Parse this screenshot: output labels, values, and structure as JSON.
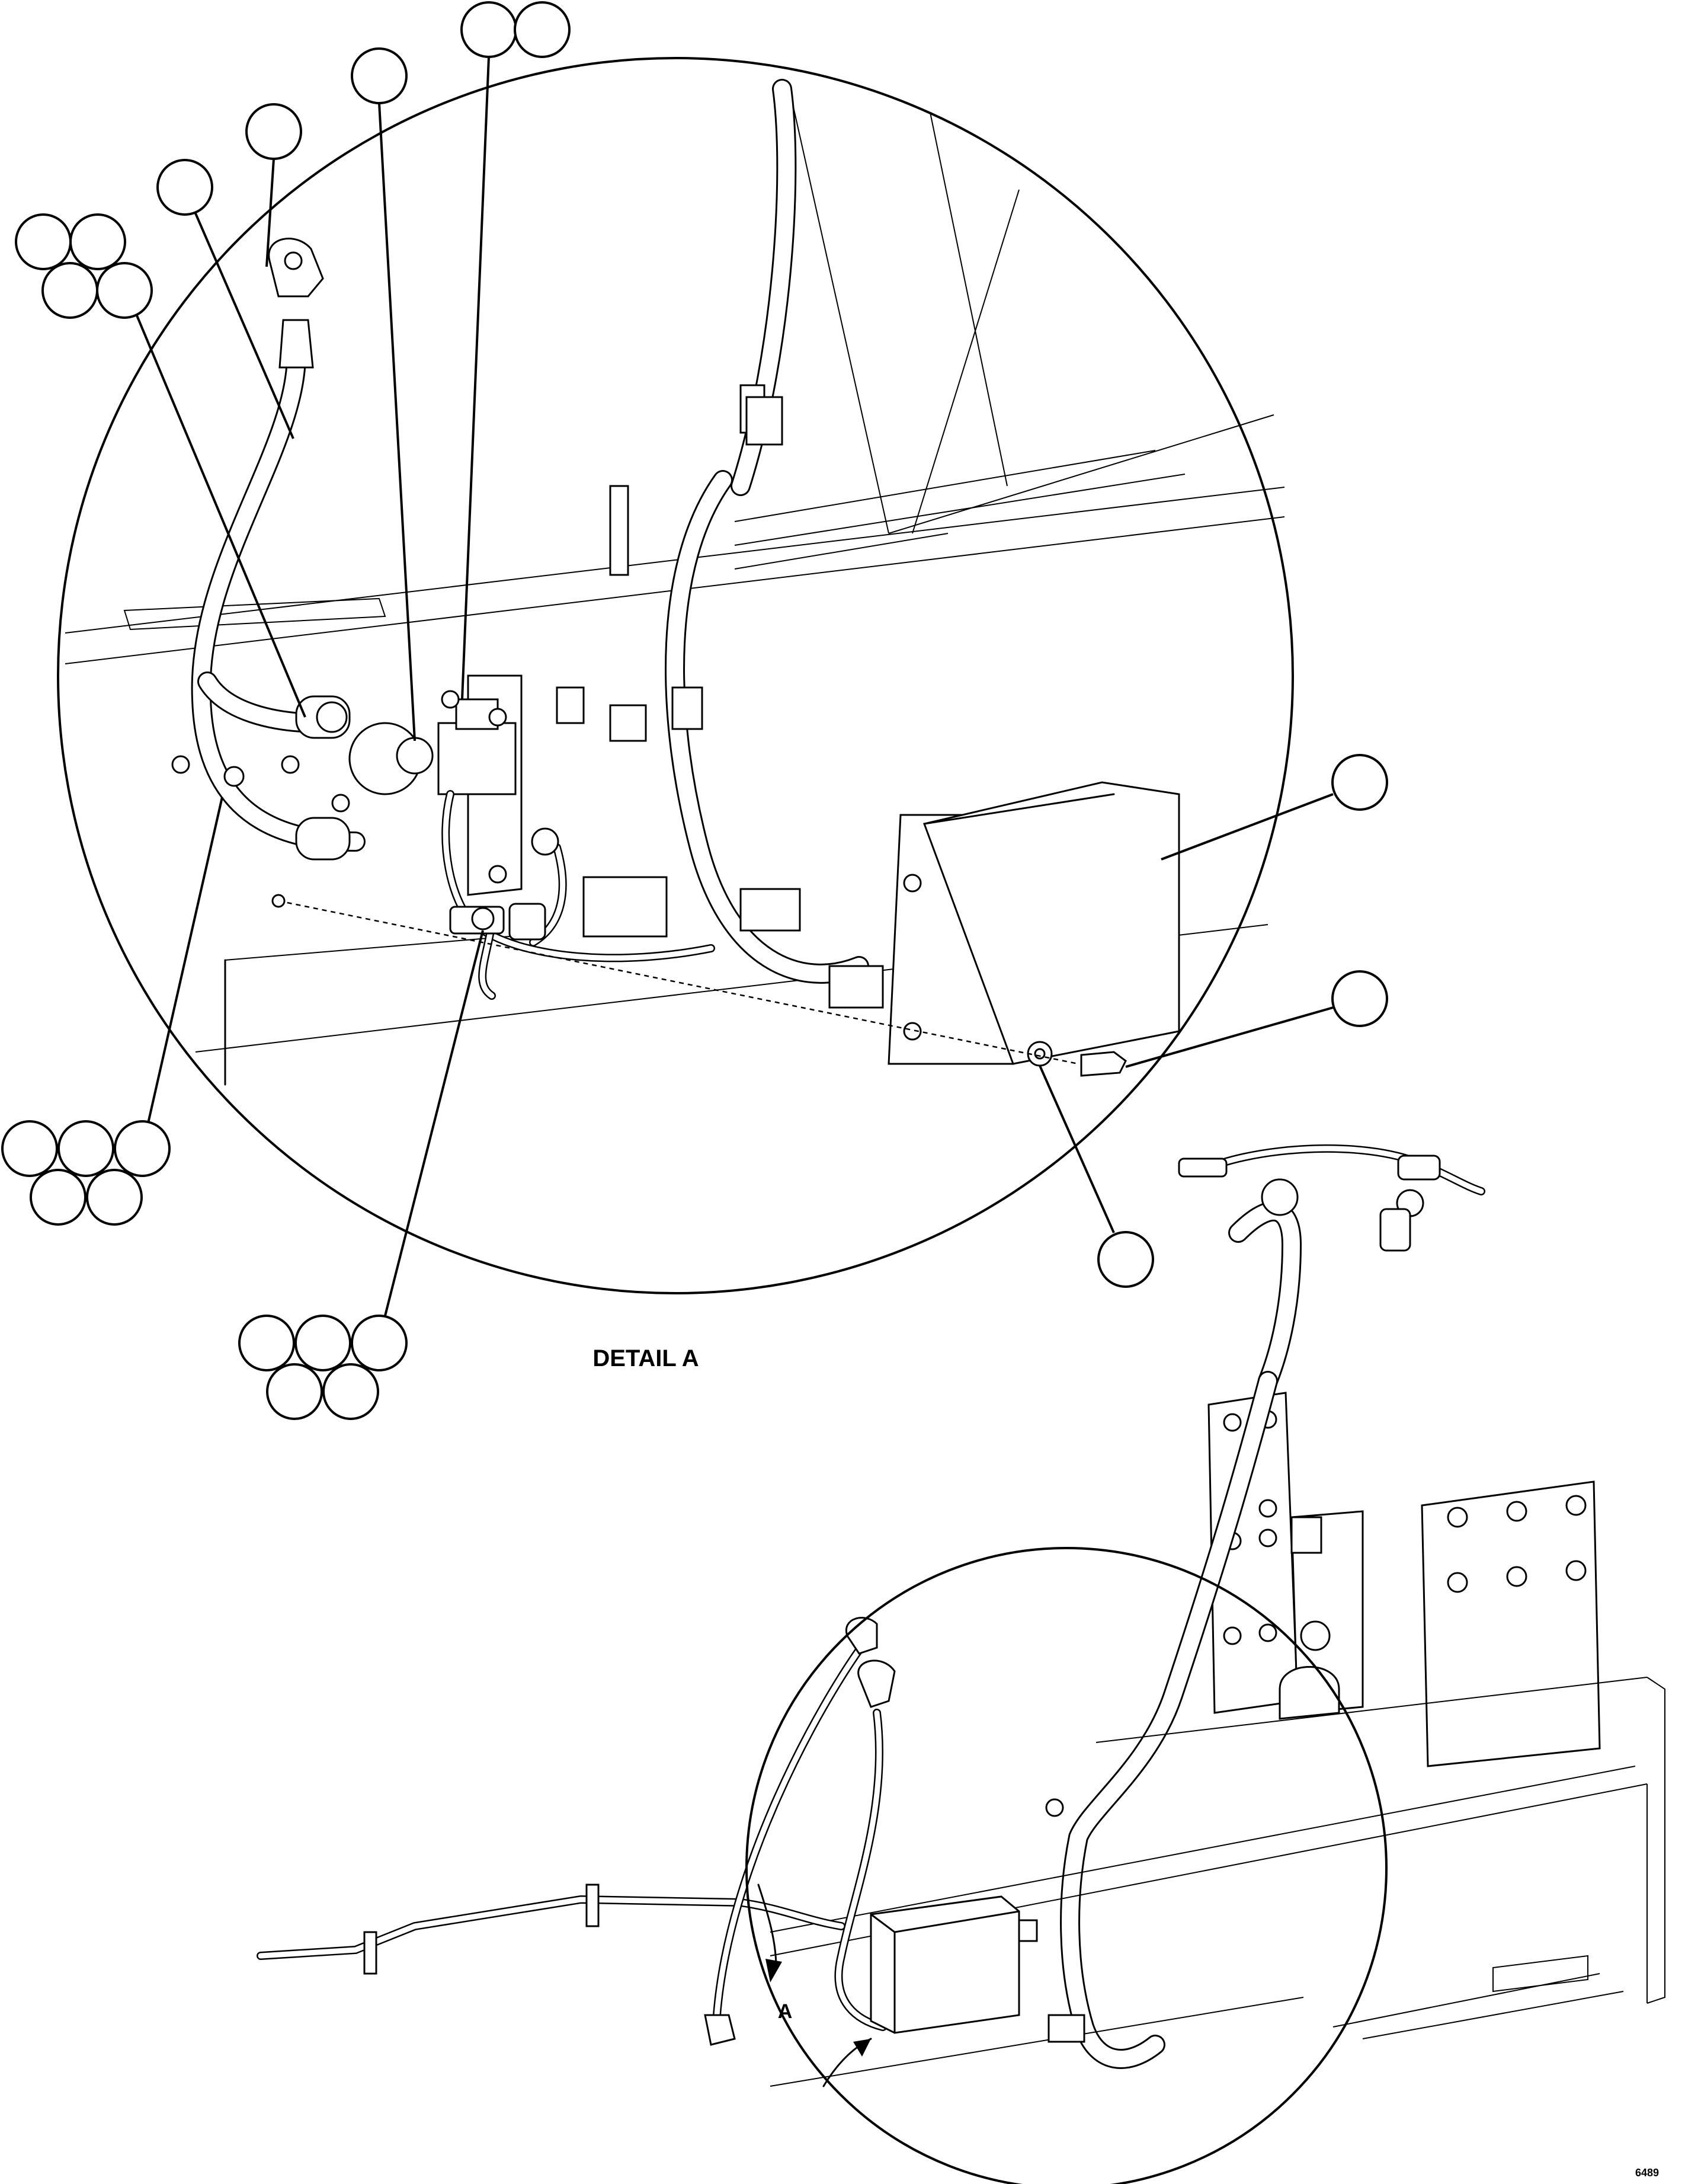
{
  "detail_title": "DETAIL A",
  "view_letter": "A",
  "sheet_code": "6489"
}
